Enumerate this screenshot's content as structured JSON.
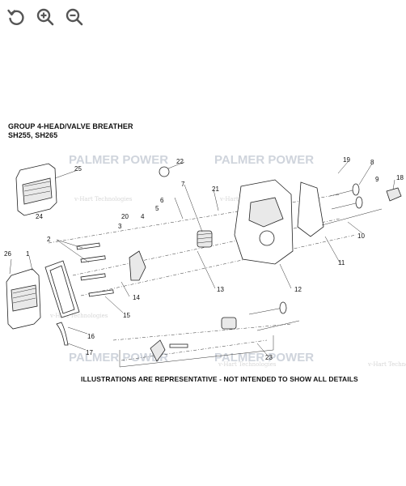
{
  "toolbar": {
    "rotate_icon": "rotate-ccw-icon",
    "zoom_in_icon": "zoom-in-icon",
    "zoom_out_icon": "zoom-out-icon"
  },
  "diagram": {
    "title_line1": "GROUP 4-HEAD/VALVE BREATHER",
    "title_line2": "SH255, SH265",
    "caption": "ILLUSTRATIONS ARE REPRESENTATIVE - NOT INTENDED TO SHOW ALL DETAILS",
    "watermark": "PALMER POWER",
    "watermark_small": "v-Hart Technologies",
    "callouts": [
      "1",
      "2",
      "3",
      "4",
      "5",
      "6",
      "7",
      "8",
      "9",
      "10",
      "11",
      "12",
      "13",
      "14",
      "15",
      "16",
      "17",
      "18",
      "19",
      "20",
      "21",
      "22",
      "23",
      "24",
      "25",
      "26"
    ]
  },
  "colors": {
    "ink": "#111111",
    "watermark": "#cfd4dc",
    "icon": "#555555"
  }
}
